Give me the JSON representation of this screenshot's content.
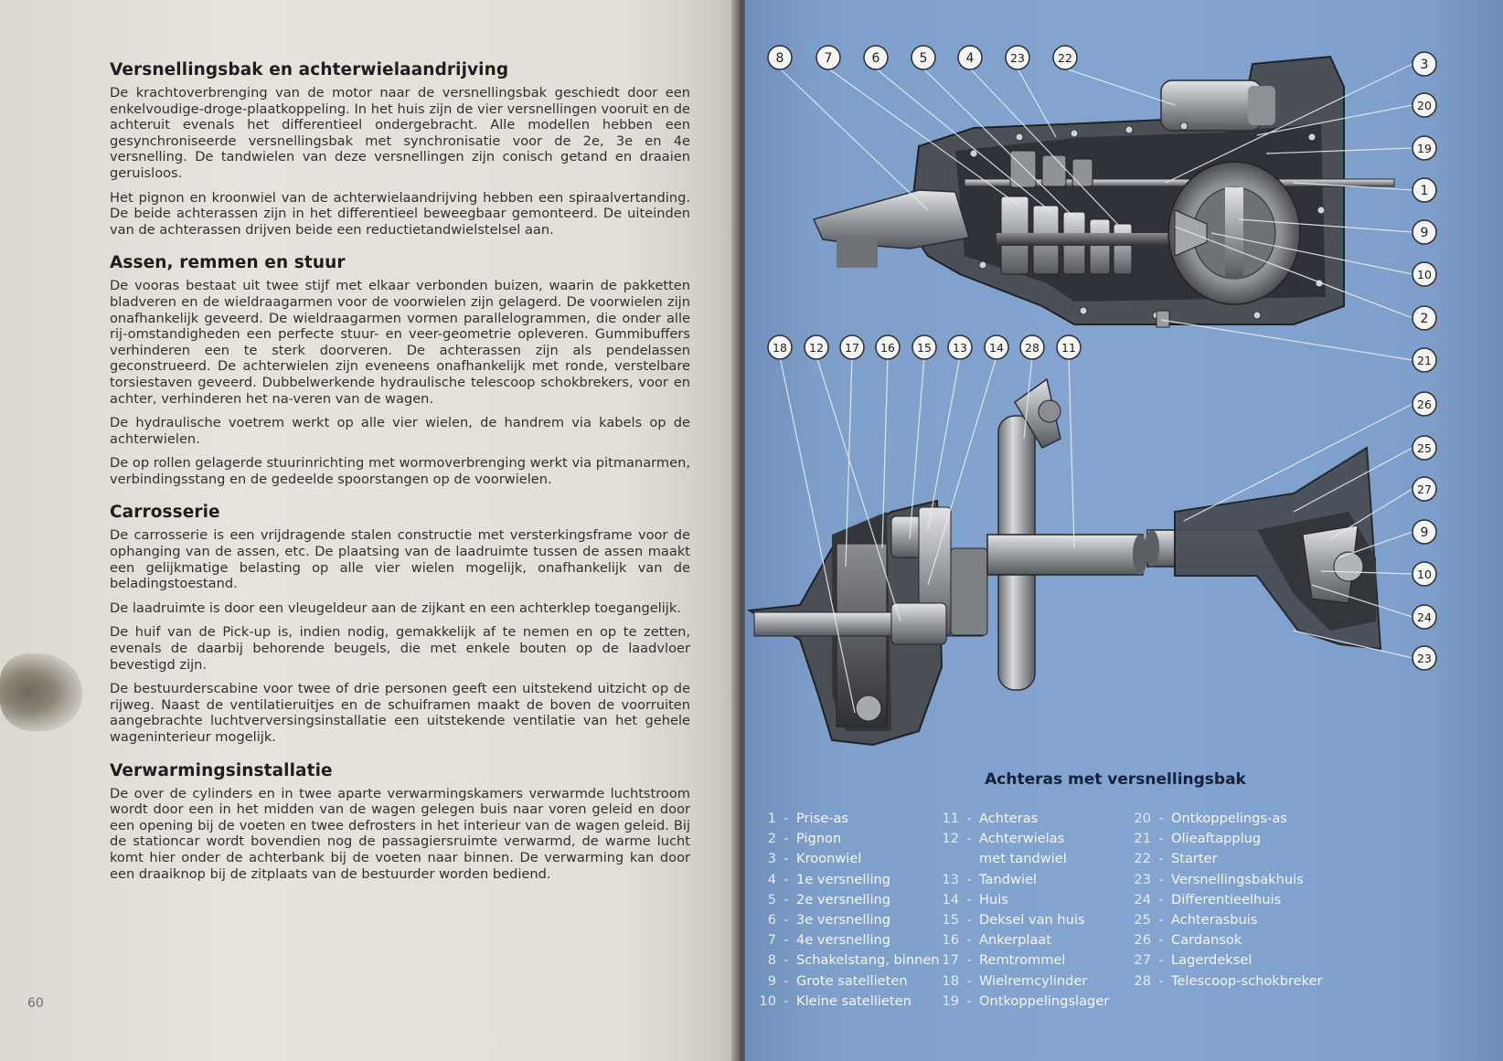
{
  "left_page": {
    "page_number": "60",
    "sections": [
      {
        "heading": "Versnellingsbak en achterwielaandrijving",
        "paragraphs": [
          "De krachtoverbrenging van de motor naar de versnellingsbak geschiedt door een enkelvoudige-droge-plaatkoppeling. In het huis zijn de vier versnellingen vooruit en de achteruit evenals het differentieel ondergebracht. Alle modellen hebben een gesynchroniseerde versnellingsbak met synchronisatie voor de 2e, 3e en 4e versnelling. De tandwielen van deze versnellingen zijn conisch getand en draaien geruisloos.",
          "Het pignon en kroonwiel van de achterwielaandrijving hebben een spiraalvertanding. De beide achterassen zijn in het differentieel beweegbaar gemonteerd. De uiteinden van de achterassen drijven beide een reductietandwielstelsel aan."
        ]
      },
      {
        "heading": "Assen, remmen en stuur",
        "paragraphs": [
          "De vooras bestaat uit twee stijf met elkaar verbonden buizen, waarin de pakketten bladveren en de wieldraagarmen voor de voorwielen zijn gelagerd. De voorwielen zijn onafhankelijk geveerd. De wieldraagarmen vormen parallelogrammen, die onder alle rij-omstandigheden een perfecte stuur- en veer-geometrie opleveren. Gummibuffers verhinderen een te sterk doorveren. De achterassen zijn als pendelassen geconstrueerd. De achterwielen zijn eveneens onafhankelijk met ronde, verstelbare torsiestaven geveerd. Dubbelwerkende hydraulische telescoop schokbrekers, voor en achter, verhinderen het na-veren van de wagen.",
          "De hydraulische voetrem werkt op alle vier wielen, de handrem via kabels op de achterwielen.",
          "De op rollen gelagerde stuurinrichting met wormoverbrenging werkt via pitmanarmen, verbindingsstang en de gedeelde spoorstangen op de voorwielen."
        ]
      },
      {
        "heading": "Carrosserie",
        "paragraphs": [
          "De carrosserie is een vrijdragende stalen constructie met versterkingsframe voor de ophanging van de assen, etc. De plaatsing van de laadruimte tussen de assen maakt een gelijkmatige belasting op alle vier wielen mogelijk, onafhankelijk van de beladingstoestand.",
          "De laadruimte is door een vleugeldeur aan de zijkant en een achterklep toegangelijk.",
          "De huif van de Pick-up is, indien nodig, gemakkelijk af te nemen en op te zetten, evenals de daarbij behorende beugels, die met enkele bouten op de laadvloer bevestigd zijn.",
          "De bestuurderscabine voor twee of drie personen geeft een uitstekend uitzicht op de rijweg. Naast de ventilatieruitjes en de schuiframen maakt de boven de voorruiten aangebrachte luchtverversingsinstallatie een uitstekende ventilatie van het gehele wageninterieur mogelijk."
        ]
      },
      {
        "heading": "Verwarmingsinstallatie",
        "paragraphs": [
          "De over de cylinders en in twee aparte verwarmingskamers verwarmde luchtstroom wordt door een in het midden van de wagen gelegen buis naar voren geleid en door een opening bij de voeten en twee defrosters in het interieur van de wagen geleid. Bij de stationcar wordt bovendien nog de passagiersruimte verwarmd, de warme lucht komt hier onder de achterbank bij de voeten naar binnen. De verwarming kan door een draaiknop bij de zitplaats van de bestuurder worden bediend."
        ]
      }
    ]
  },
  "right_page": {
    "caption": "Achteras met versnellingsbak",
    "upper_callouts_top": [
      "8",
      "7",
      "6",
      "5",
      "4",
      "23",
      "22"
    ],
    "upper_callouts_right": [
      "3",
      "20",
      "19",
      "1",
      "9",
      "10",
      "2",
      "21"
    ],
    "lower_callouts_top": [
      "18",
      "12",
      "17",
      "16",
      "15",
      "13",
      "14",
      "28",
      "11"
    ],
    "lower_callouts_right": [
      "26",
      "25",
      "27",
      "9",
      "10",
      "24",
      "23"
    ],
    "legend": [
      [
        {
          "num": "1",
          "label": "Prise-as"
        },
        {
          "num": "2",
          "label": "Pignon"
        },
        {
          "num": "3",
          "label": "Kroonwiel"
        },
        {
          "num": "4",
          "label": "1e versnelling"
        },
        {
          "num": "5",
          "label": "2e versnelling"
        },
        {
          "num": "6",
          "label": "3e versnelling"
        },
        {
          "num": "7",
          "label": "4e versnelling"
        },
        {
          "num": "8",
          "label": "Schakelstang, binnen"
        },
        {
          "num": "9",
          "label": "Grote satellieten"
        },
        {
          "num": "10",
          "label": "Kleine satellieten"
        }
      ],
      [
        {
          "num": "11",
          "label": "Achteras"
        },
        {
          "num": "12",
          "label": "Achterwielas"
        },
        {
          "num": "",
          "label": "met tandwiel"
        },
        {
          "num": "13",
          "label": "Tandwiel"
        },
        {
          "num": "14",
          "label": "Huis"
        },
        {
          "num": "15",
          "label": "Deksel van huis"
        },
        {
          "num": "16",
          "label": "Ankerplaat"
        },
        {
          "num": "17",
          "label": "Remtrommel"
        },
        {
          "num": "18",
          "label": "Wielremcylinder"
        },
        {
          "num": "19",
          "label": "Ontkoppelingslager"
        }
      ],
      [
        {
          "num": "20",
          "label": "Ontkoppelings-as"
        },
        {
          "num": "21",
          "label": "Olieaftapplug"
        },
        {
          "num": "22",
          "label": "Starter"
        },
        {
          "num": "23",
          "label": "Versnellingsbakhuis"
        },
        {
          "num": "24",
          "label": "Differentieelhuis"
        },
        {
          "num": "25",
          "label": "Achterasbuis"
        },
        {
          "num": "26",
          "label": "Cardansok"
        },
        {
          "num": "27",
          "label": "Lagerdeksel"
        },
        {
          "num": "28",
          "label": "Telescoop-schokbreker"
        }
      ]
    ]
  },
  "colors": {
    "paper": "#e3e0d9",
    "blue_page": "#84a3cf",
    "callout_fill": "#f4f4f2",
    "callout_text": "#222222"
  }
}
